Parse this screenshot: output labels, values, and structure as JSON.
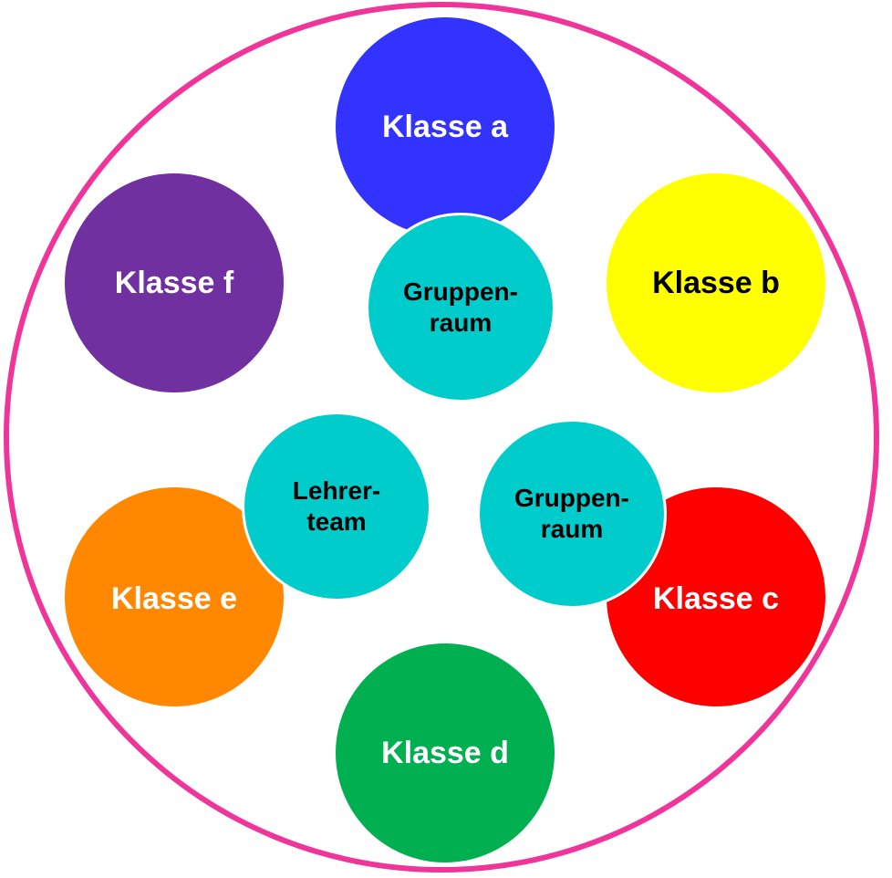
{
  "colors": {
    "ring": "#f0359a",
    "room": "#00cccc",
    "klasse_a": "#3333ff",
    "klasse_b": "#ffff00",
    "klasse_c": "#ff0000",
    "klasse_d": "#00b050",
    "klasse_e": "#ff8800",
    "klasse_f": "#7030a0"
  },
  "classes": {
    "a": "Klasse a",
    "b": "Klasse b",
    "c": "Klasse c",
    "d": "Klasse d",
    "e": "Klasse e",
    "f": "Klasse f"
  },
  "rooms": {
    "top": {
      "line1": "Gruppen-",
      "line2": "raum"
    },
    "right": {
      "line1": "Gruppen-",
      "line2": "raum"
    },
    "left": {
      "line1": "Lehrer-",
      "line2": "team"
    }
  }
}
